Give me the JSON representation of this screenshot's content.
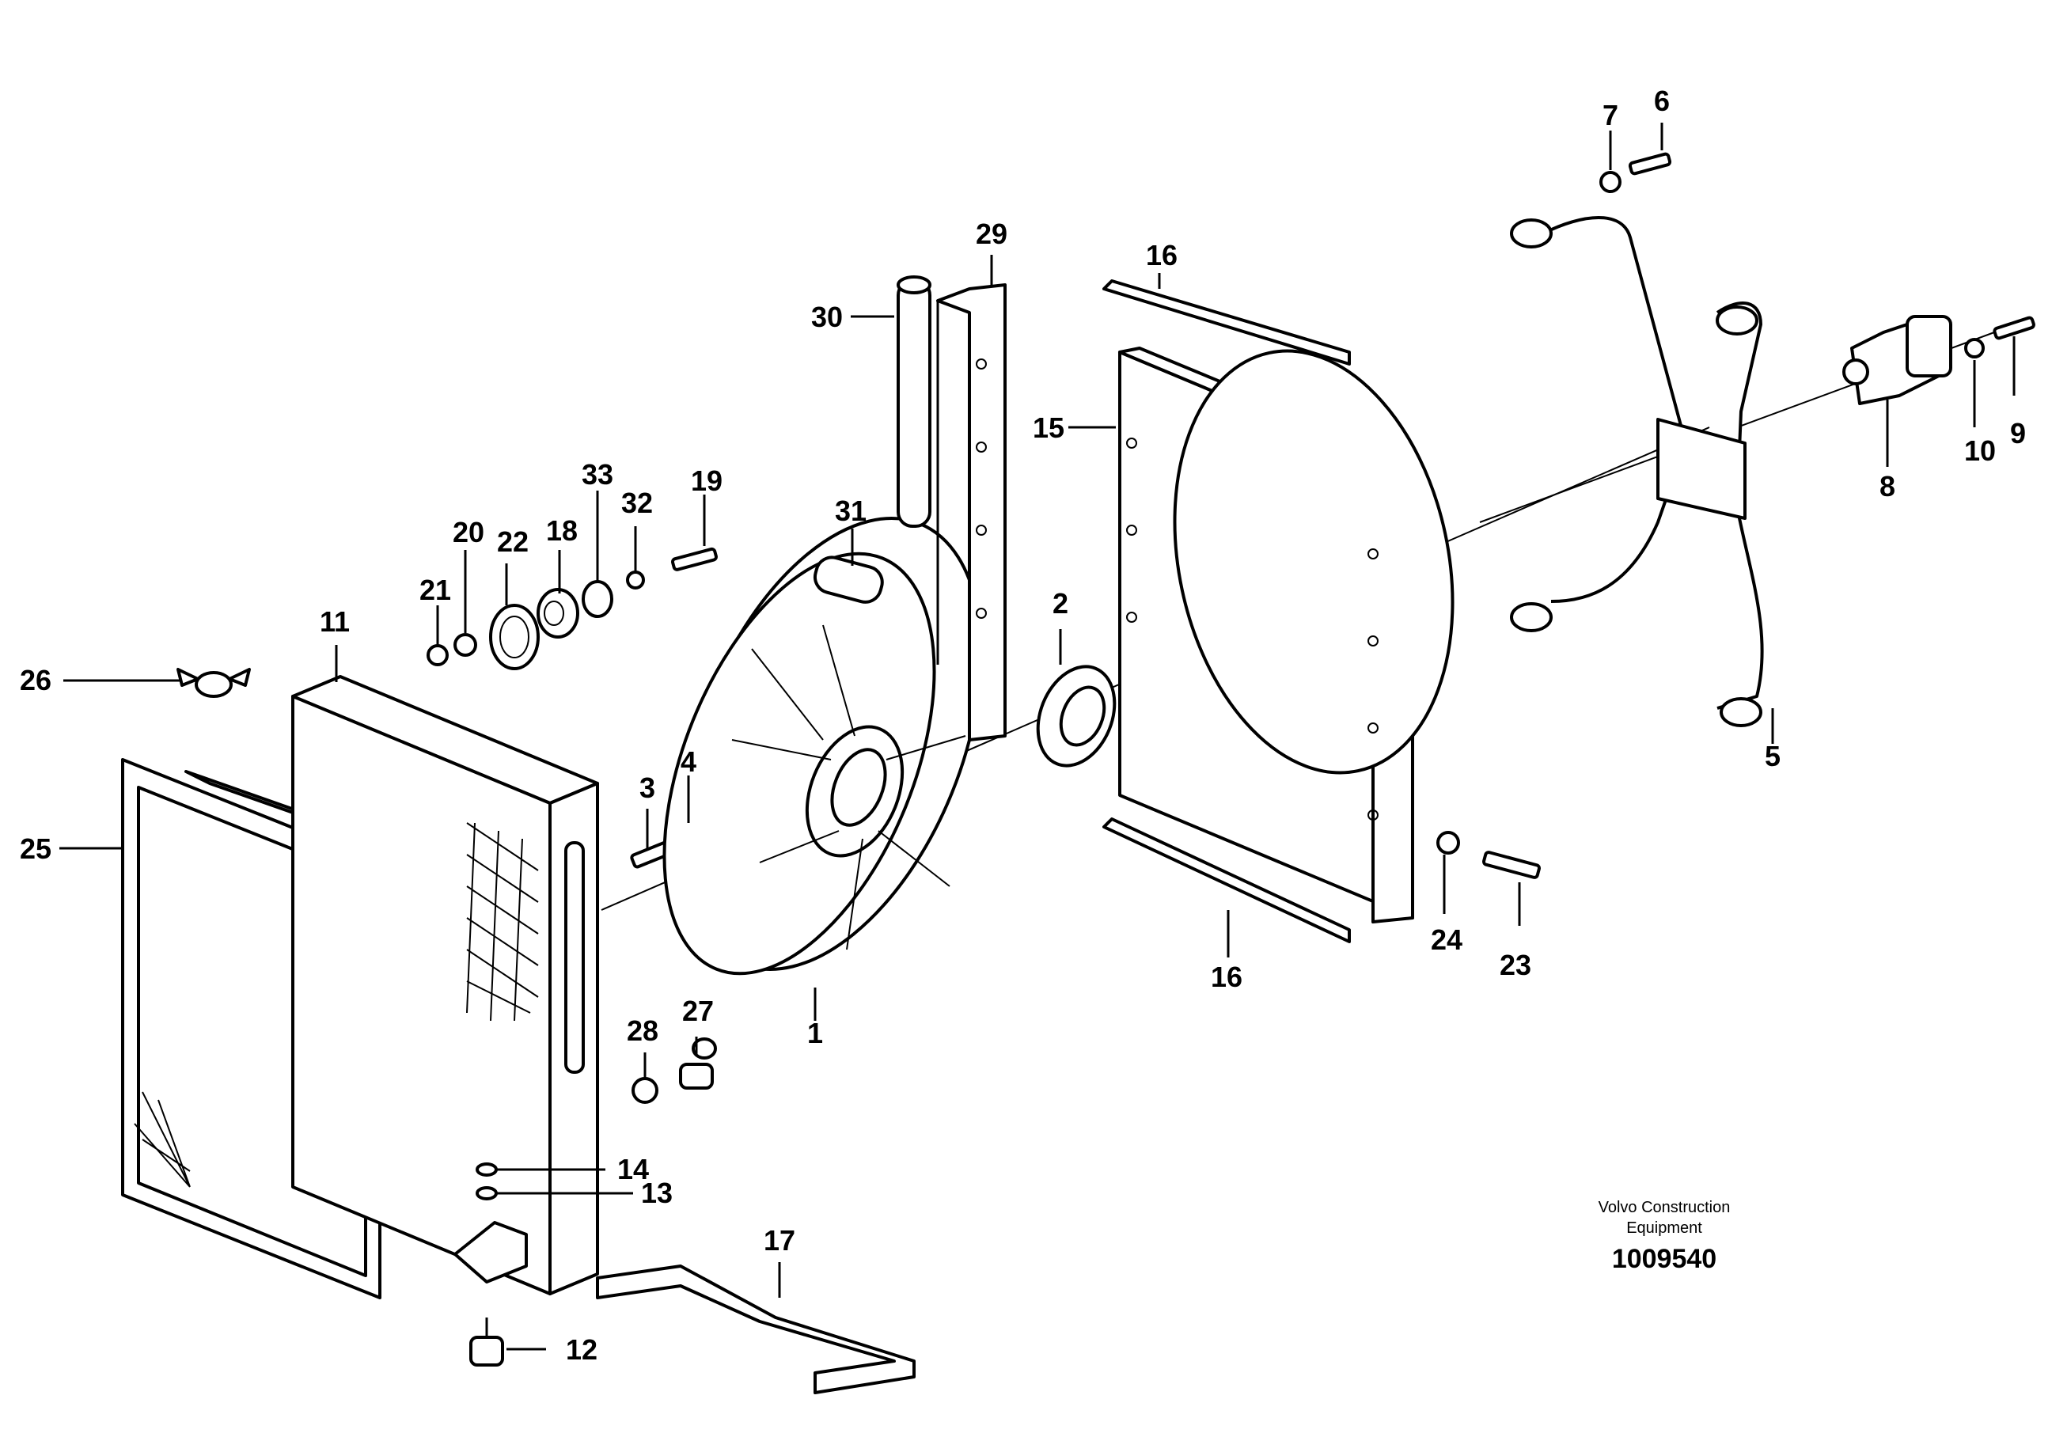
{
  "diagram": {
    "callouts": [
      {
        "id": "c1",
        "label": "1"
      },
      {
        "id": "c2",
        "label": "2"
      },
      {
        "id": "c3",
        "label": "3"
      },
      {
        "id": "c4",
        "label": "4"
      },
      {
        "id": "c5",
        "label": "5"
      },
      {
        "id": "c6",
        "label": "6"
      },
      {
        "id": "c7",
        "label": "7"
      },
      {
        "id": "c8",
        "label": "8"
      },
      {
        "id": "c9",
        "label": "9"
      },
      {
        "id": "c10",
        "label": "10"
      },
      {
        "id": "c11",
        "label": "11"
      },
      {
        "id": "c12",
        "label": "12"
      },
      {
        "id": "c13",
        "label": "13"
      },
      {
        "id": "c14",
        "label": "14"
      },
      {
        "id": "c15",
        "label": "15"
      },
      {
        "id": "c16a",
        "label": "16"
      },
      {
        "id": "c16b",
        "label": "16"
      },
      {
        "id": "c17",
        "label": "17"
      },
      {
        "id": "c18",
        "label": "18"
      },
      {
        "id": "c19",
        "label": "19"
      },
      {
        "id": "c20",
        "label": "20"
      },
      {
        "id": "c21",
        "label": "21"
      },
      {
        "id": "c22",
        "label": "22"
      },
      {
        "id": "c23",
        "label": "23"
      },
      {
        "id": "c24",
        "label": "24"
      },
      {
        "id": "c25",
        "label": "25"
      },
      {
        "id": "c26",
        "label": "26"
      },
      {
        "id": "c27",
        "label": "27"
      },
      {
        "id": "c28",
        "label": "28"
      },
      {
        "id": "c29",
        "label": "29"
      },
      {
        "id": "c30",
        "label": "30"
      },
      {
        "id": "c31",
        "label": "31"
      },
      {
        "id": "c32",
        "label": "32"
      },
      {
        "id": "c33",
        "label": "33"
      }
    ],
    "caption": {
      "line1": "Volvo Construction",
      "line2": "Equipment",
      "number": "1009540"
    }
  }
}
